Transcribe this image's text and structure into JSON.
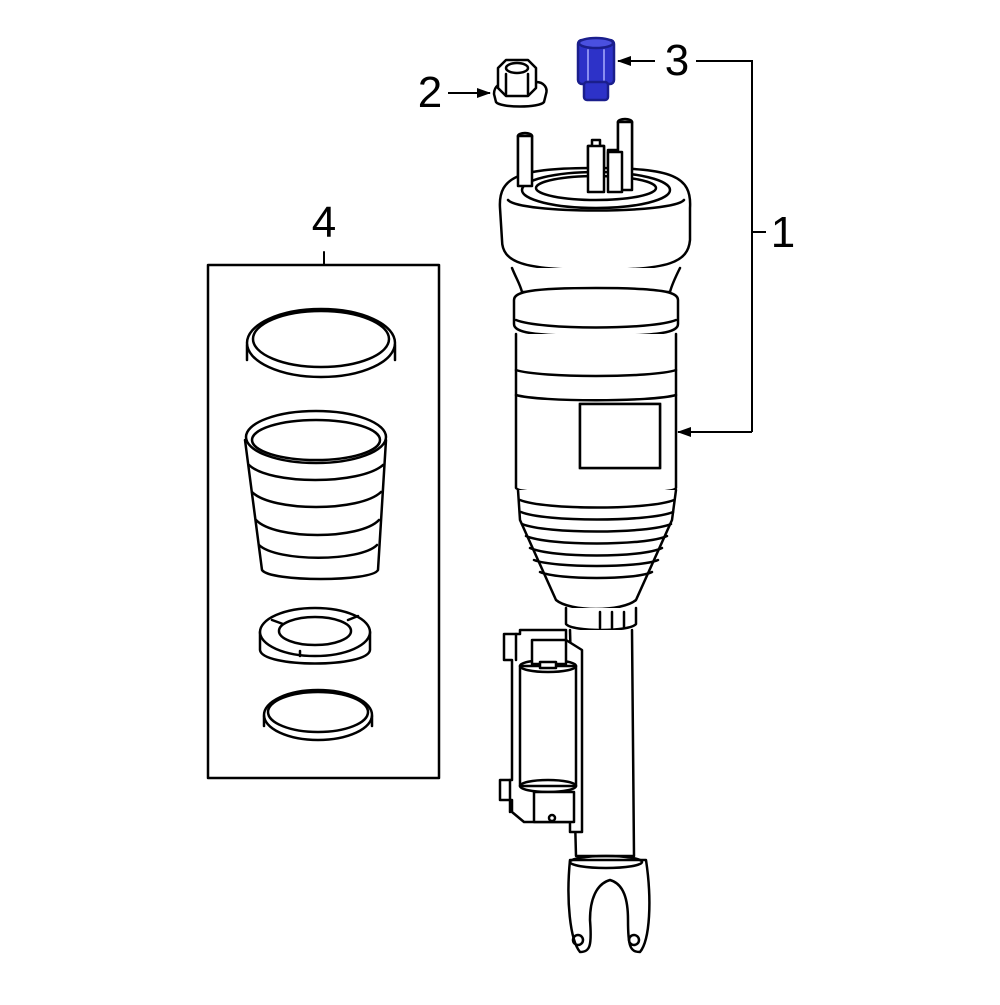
{
  "callouts": {
    "air_strut_assembly": "1",
    "nut": "2",
    "valve": "3",
    "dust_boot_kit": "4"
  },
  "colors": {
    "line": "#000000",
    "background": "#ffffff",
    "highlight": "#2d32c8"
  }
}
